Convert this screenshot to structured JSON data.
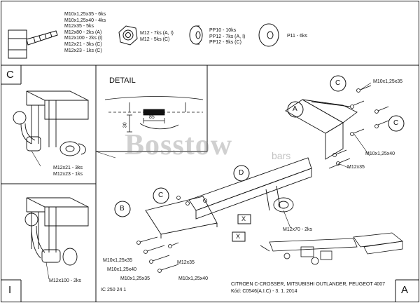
{
  "hardware": {
    "bolts": [
      "M10x1,25x35 - 6ks",
      "M10x1,25x40 - 4ks",
      "M12x35 - 5ks",
      "M12x80 - 2ks (A)",
      "M12x100 - 2ks (I)",
      "M12x21 - 3ks (C)",
      "M12x23 - 1ks (C)"
    ],
    "nuts": [
      "M12 - 7ks (A, I)",
      "M12 - 5ks (C)"
    ],
    "washers": [
      "PP10 - 10ks",
      "PP12 - 7ks (A, I)",
      "PP12 - 9ks (C)"
    ],
    "plate_washer": "P11 - 6ks"
  },
  "panel_c": {
    "letter": "C",
    "labels": [
      "M12x21 - 3ks",
      "M12x23 - 1ks"
    ]
  },
  "panel_i": {
    "letter": "I",
    "label": "M12x100 - 2ks"
  },
  "detail": {
    "title": "DETAIL",
    "dim_85": "85",
    "dim_30": "30"
  },
  "watermark": {
    "brand": "Bosstow",
    "suffix": "bars"
  },
  "callouts": {
    "a": "A",
    "b": "B",
    "c1": "C",
    "c2": "C",
    "c3": "C",
    "d": "D",
    "x1": "X",
    "x2": "X"
  },
  "part_labels": {
    "right_top": "M10x1,25x35",
    "right_mid": "M10x1,25x40",
    "right_m12": "M12x35",
    "center_m12x70": "M12x70 - 2ks",
    "left_1": "M10x1,25x35",
    "left_2": "M10x1,25x40",
    "left_3": "M10x1,25x35",
    "left_m12": "M12x35",
    "left_4": "M10x1,25x40"
  },
  "footer": {
    "code": "IC 250 24 1",
    "vehicle": "CITROEN C-CROSSER, MITSUBISHI OUTLANDER, PEUGEOT 4007",
    "kod": "Kód: C0546(A.I.C) - 3. 1. 2014",
    "corner_letter": "A"
  }
}
